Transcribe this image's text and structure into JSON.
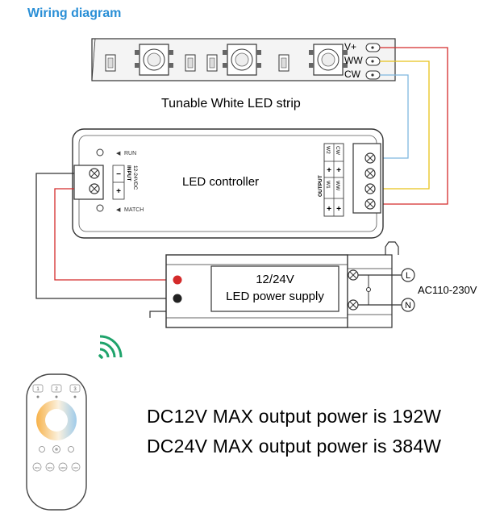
{
  "title": "Wiring diagram",
  "strip": {
    "caption": "Tunable White LED strip",
    "terminals": [
      "V+",
      "WW",
      "CW"
    ]
  },
  "controller": {
    "label": "LED controller",
    "run_label": "RUN",
    "match_label": "MATCH",
    "input_label": "INPUT",
    "input_voltage": "12-24VDC",
    "input_minus": "−",
    "input_plus": "+",
    "output_label": "OUTPUT",
    "output_channels": [
      "W2",
      "CW",
      "W1",
      "WW"
    ],
    "plus": "+"
  },
  "power_supply": {
    "voltage": "12/24V",
    "label": "LED power supply",
    "mains_label": "AC110-230V",
    "live": "L",
    "neutral": "N"
  },
  "remote": {
    "zone_buttons": [
      "1",
      "2",
      "3"
    ],
    "mode_buttons": [
      "30%",
      "60%",
      "100%",
      "OFF"
    ]
  },
  "specs": [
    "DC12V MAX output power is 192W",
    "DC24V MAX output power is 384W"
  ],
  "colors": {
    "title": "#2a8fd6",
    "wire_red": "#d42a2a",
    "wire_yellow": "#e8c21a",
    "wire_blue": "#7fb8df",
    "wire_dark": "#333333",
    "wifi": "#1fa36b"
  }
}
